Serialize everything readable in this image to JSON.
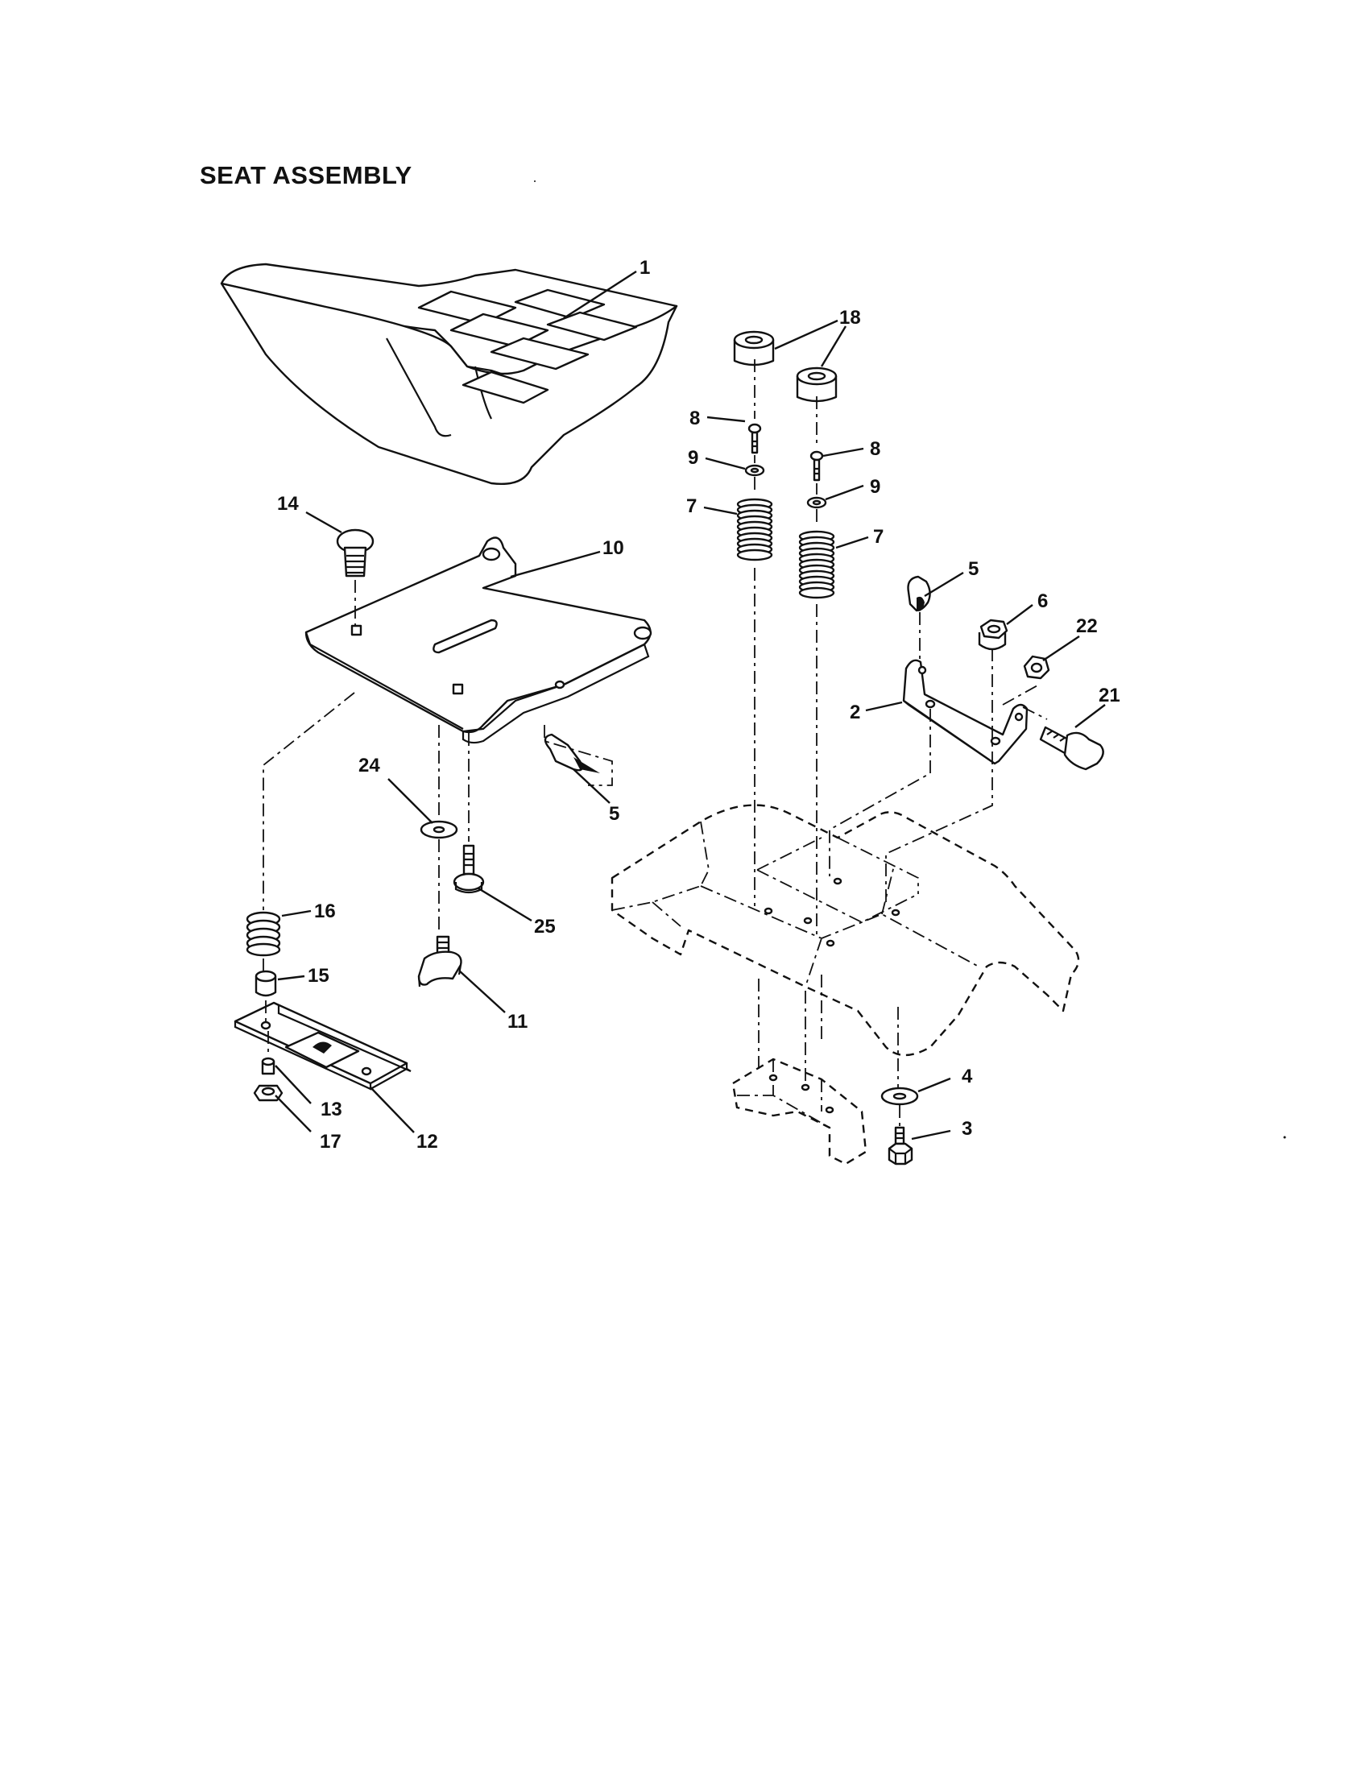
{
  "title": "SEAT ASSEMBLY",
  "callouts": {
    "c1": "1",
    "c2": "2",
    "c3": "3",
    "c4": "4",
    "c5a": "5",
    "c5b": "5",
    "c6": "6",
    "c7a": "7",
    "c7b": "7",
    "c8a": "8",
    "c8b": "8",
    "c9a": "9",
    "c9b": "9",
    "c10": "10",
    "c11": "11",
    "c12": "12",
    "c13": "13",
    "c14": "14",
    "c15": "15",
    "c16": "16",
    "c17": "17",
    "c18": "18",
    "c21": "21",
    "c22": "22",
    "c24": "24",
    "c25": "25"
  }
}
